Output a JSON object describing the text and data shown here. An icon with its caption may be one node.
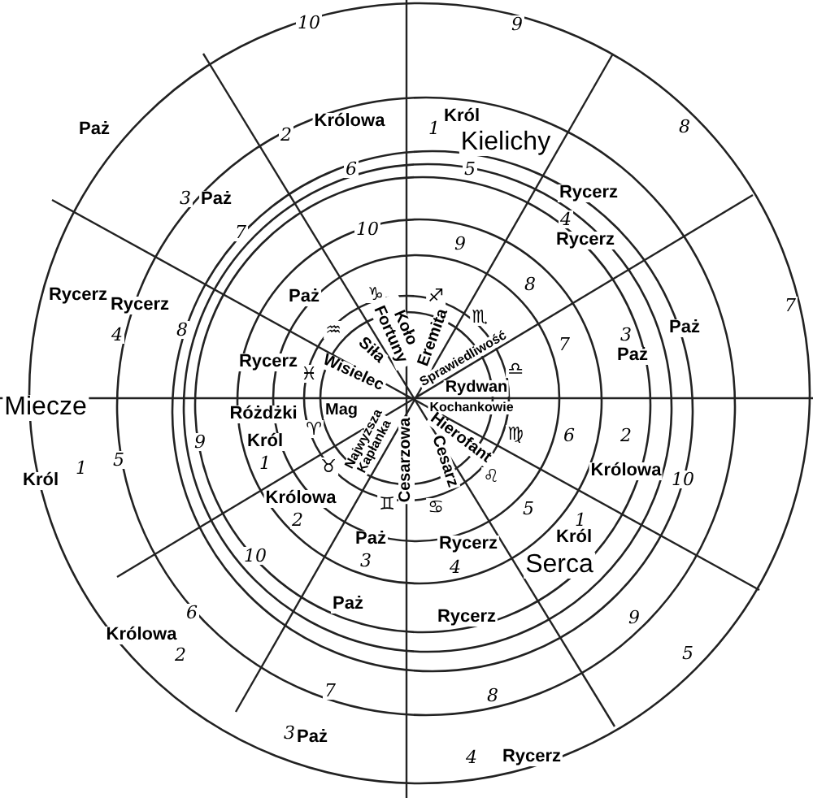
{
  "diagram": {
    "labels": [
      "10",
      "9",
      "1",
      "Król",
      "Królowa",
      "Paż",
      "8",
      "2",
      "Kielichy",
      "6",
      "5",
      "3",
      "Paż",
      "Rycerz",
      "4",
      "10",
      "7",
      "Rycerz",
      "9",
      "8",
      "Rycerz",
      "Paż",
      "Rycerz",
      "7",
      "4",
      "8",
      "Koło Fortuny",
      "♑",
      "♐",
      "♒",
      "3",
      "Paż",
      "♏",
      "Eremita",
      "Paż",
      "7",
      "Siła",
      "Rycerz",
      "Sprawiedliwość",
      "Wisielec",
      "♓",
      "♎",
      "Rydwan",
      "Miecze",
      "Kochankowie",
      "Mag",
      "Różdżki",
      "♈",
      "6",
      "2",
      "♍",
      "Król",
      "9",
      "Hierofant",
      "1",
      "Najwyższa Kapłanka",
      "Cesarz",
      "Cesarzowa",
      "5",
      "Król",
      "1",
      "♉",
      "Królowa",
      "10",
      "♌",
      "2",
      "♊",
      "♋",
      "5",
      "Rycerz",
      "1",
      "Królowa",
      "Paż",
      "3",
      "4",
      "Król",
      "Serca",
      "10",
      "Paż",
      "6",
      "Rycerz",
      "9",
      "Królowa",
      "5",
      "2",
      "7",
      "8",
      "3",
      "Paż",
      "4",
      "Rycerz"
    ]
  }
}
